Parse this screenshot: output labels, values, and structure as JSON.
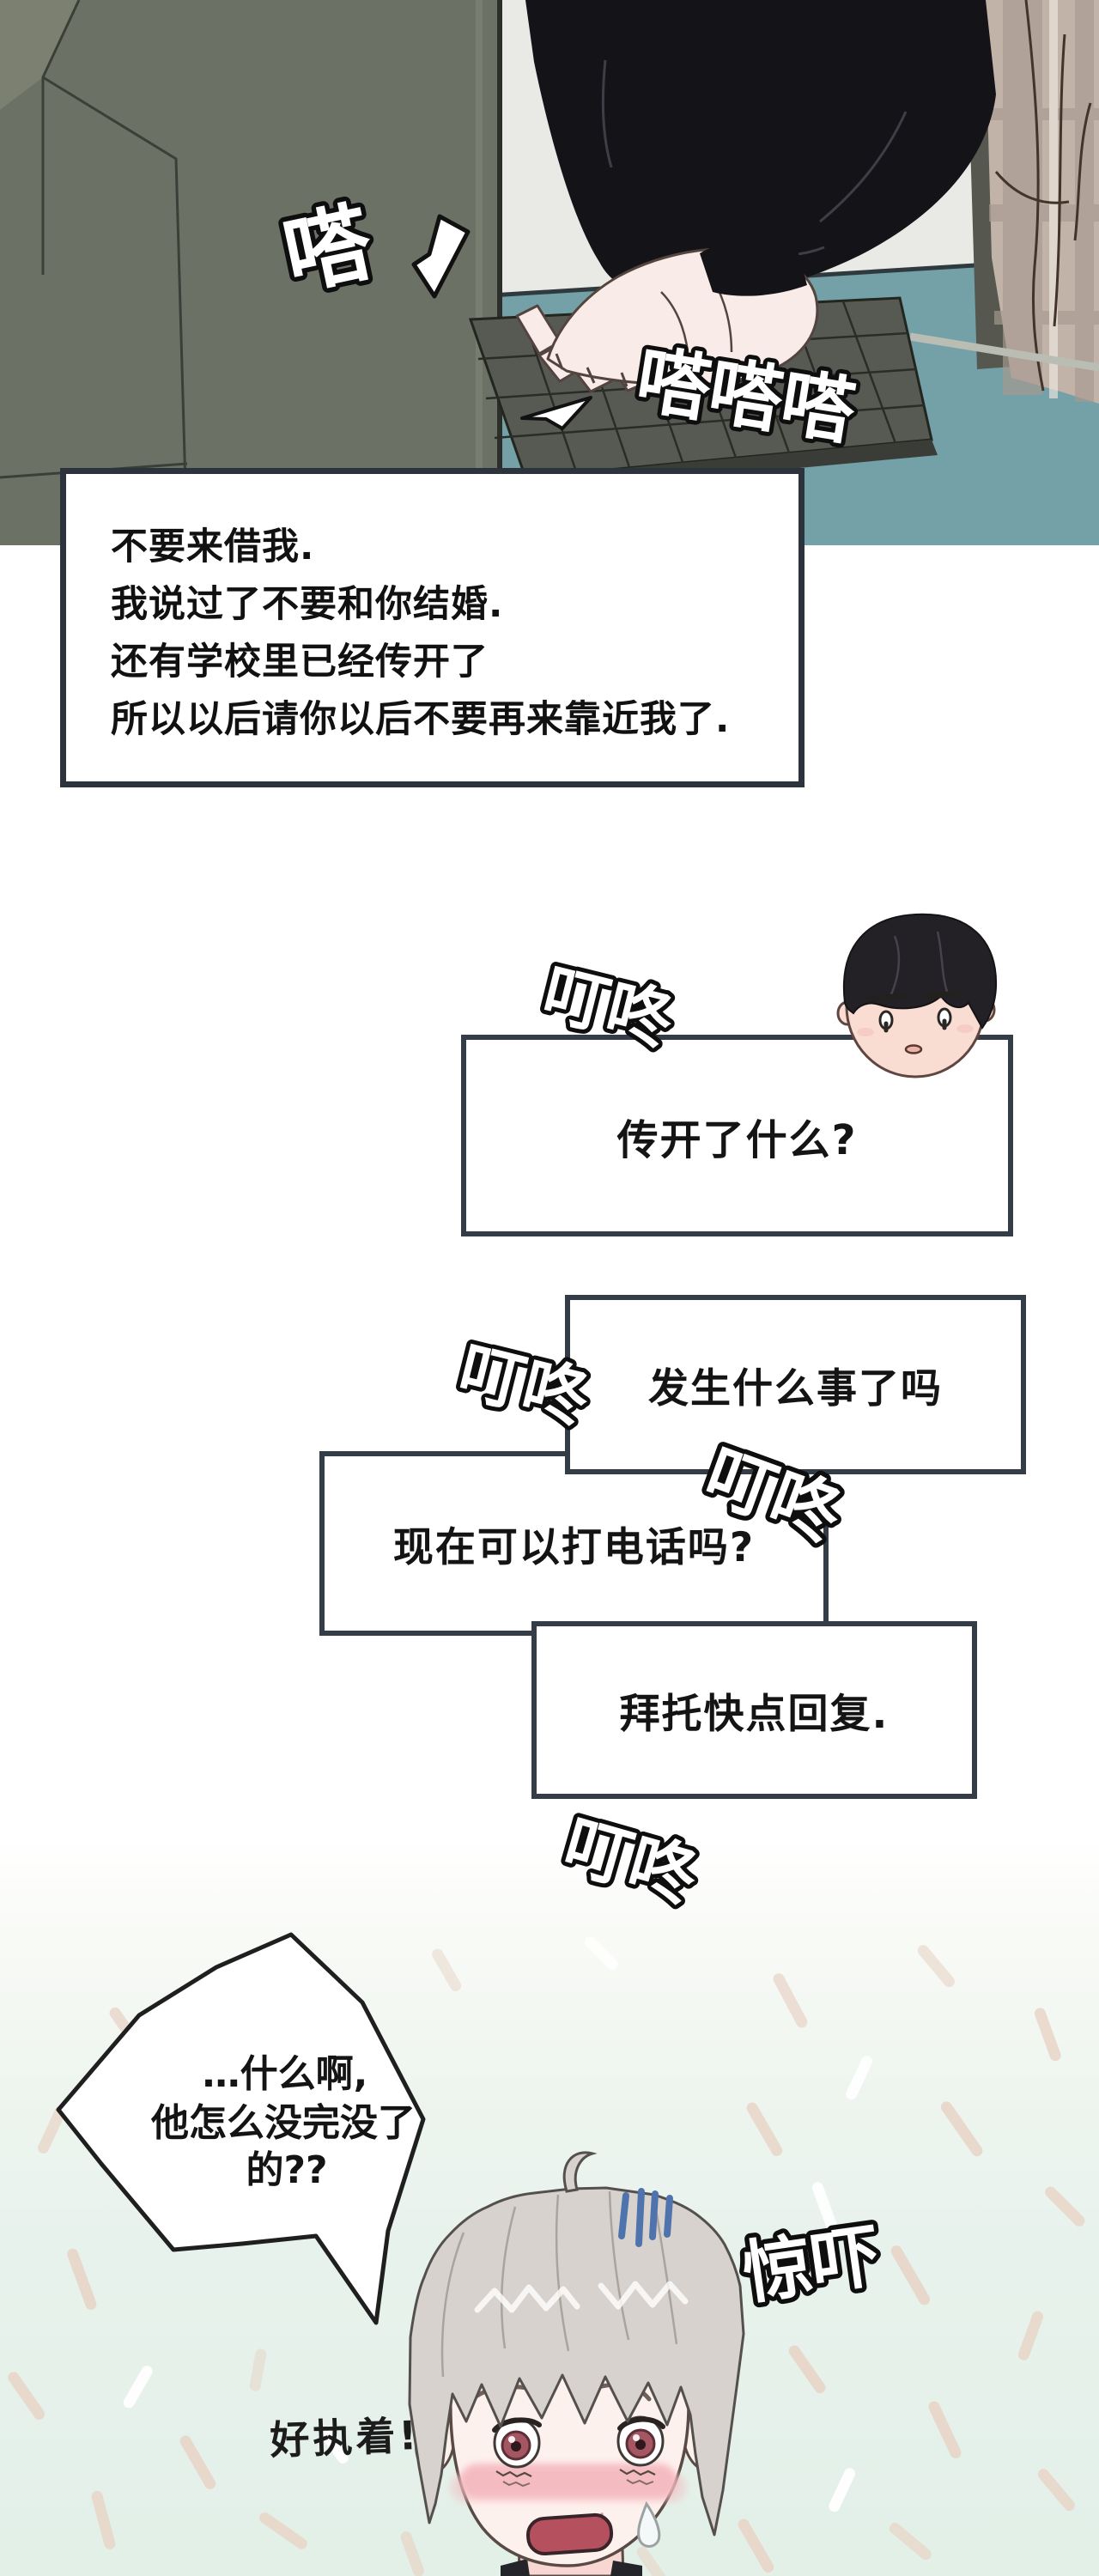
{
  "sfx": {
    "typing_single": "嗒",
    "typing_triple": "嗒嗒嗒",
    "notification": "叮咚",
    "shock": "惊吓",
    "persistence": "好执着!"
  },
  "monologue": {
    "lines": [
      "不要来借我.",
      "我说过了不要和你结婚.",
      "还有学校里已经传开了",
      "所以以后请你以后不要再来靠近我了."
    ]
  },
  "messages": [
    {
      "text": "传开了什么?"
    },
    {
      "text": "发生什么事了吗"
    },
    {
      "text": "现在可以打电话吗?"
    },
    {
      "text": "拜托快点回复."
    }
  ],
  "speech_bubble": {
    "lines": [
      "…什么啊,",
      "他怎么没完没了",
      "的??"
    ]
  },
  "colors": {
    "monitor": "#6c7165",
    "monitor_edge": "#7b8071",
    "wall": "#e9eae5",
    "desk": "#74a0a8",
    "keyboard": "#565a52",
    "sweater": "#141318",
    "plaid_base": "#c2b3a9",
    "plaid_stripe": "#a79a90",
    "dark_band": "#56584f",
    "skin": "#f9ece8",
    "box_border": "#343c47",
    "chibi_hair": "#232126",
    "chibi_skin": "#f9ddd3",
    "hair_gray": "#d7d2ce",
    "face_skin": "#fdf1ed",
    "blush": "#f4b9c0",
    "mouth": "#b5505e",
    "iris": "#a45763",
    "shock_blue": "#4f74ad",
    "mint_bg": "#e6f1ea",
    "confetti_tan": "#e8d3c6",
    "text_dark": "#141414"
  }
}
